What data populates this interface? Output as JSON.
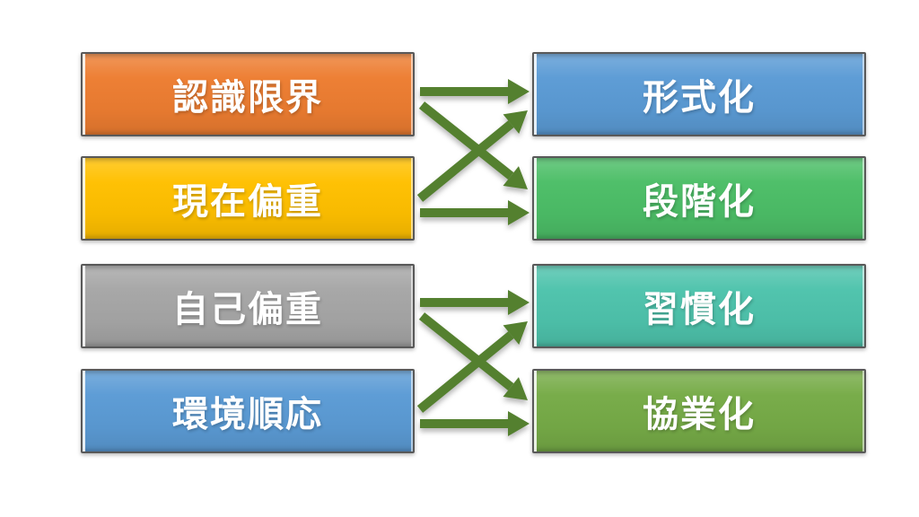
{
  "diagram": {
    "left_items": [
      {
        "label": "認識限界",
        "color": "#ED7D31"
      },
      {
        "label": "現在偏重",
        "color": "#FFC000"
      },
      {
        "label": "自己偏重",
        "color": "#A6A6A6"
      },
      {
        "label": "環境順応",
        "color": "#5B9BD5"
      }
    ],
    "right_items": [
      {
        "label": "形式化",
        "color": "#5B9BD5"
      },
      {
        "label": "段階化",
        "color": "#4CBE67"
      },
      {
        "label": "習慣化",
        "color": "#4EC3AC"
      },
      {
        "label": "協業化",
        "color": "#76AB47"
      }
    ],
    "arrow_color": "#54802F",
    "connections": [
      {
        "from": "認識限界",
        "to": "形式化"
      },
      {
        "from": "認識限界",
        "to": "段階化"
      },
      {
        "from": "現在偏重",
        "to": "形式化"
      },
      {
        "from": "現在偏重",
        "to": "段階化"
      },
      {
        "from": "自己偏重",
        "to": "習慣化"
      },
      {
        "from": "自己偏重",
        "to": "協業化"
      },
      {
        "from": "環境順応",
        "to": "習慣化"
      },
      {
        "from": "環境順応",
        "to": "協業化"
      }
    ]
  }
}
